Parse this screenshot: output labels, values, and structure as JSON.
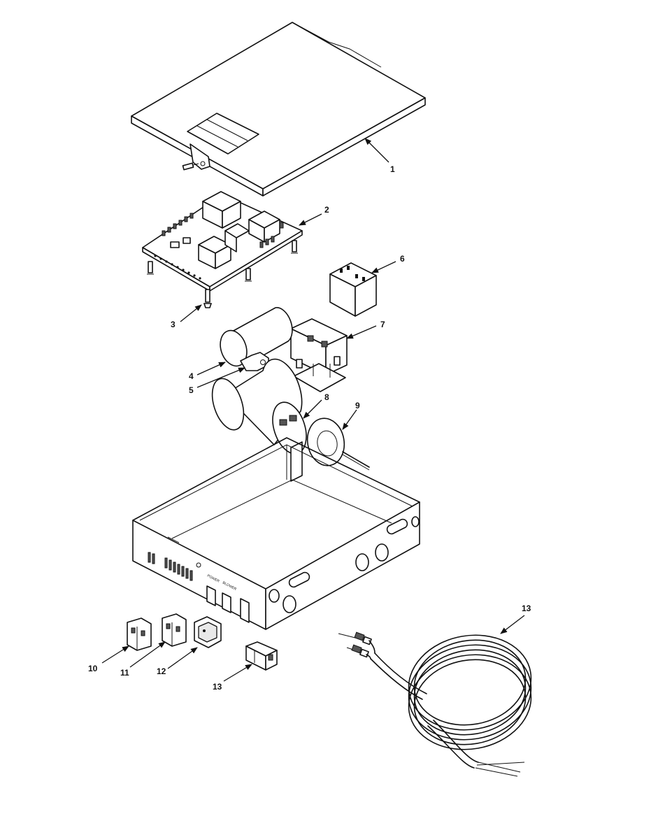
{
  "callouts": {
    "c1": "1",
    "c2": "2",
    "c3": "3",
    "c4": "4",
    "c5": "5",
    "c6": "6",
    "c7": "7",
    "c8": "8",
    "c9": "9",
    "c10": "10",
    "c11": "11",
    "c12": "12",
    "c13a": "13",
    "c13b": "13"
  },
  "panel_labels": {
    "power": "POWER",
    "blower": "BLOWER"
  }
}
